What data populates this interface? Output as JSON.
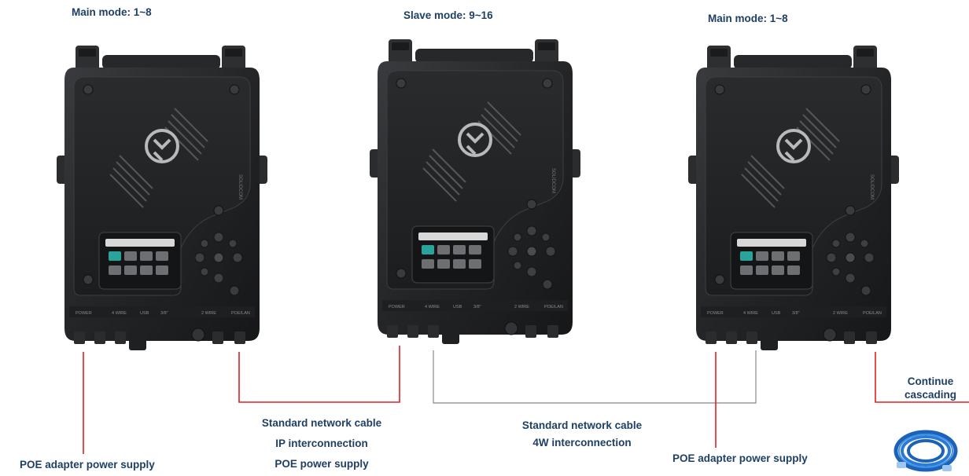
{
  "devices": [
    {
      "mode_label": "Main mode: 1~8",
      "brand": "SOLIDCOM"
    },
    {
      "mode_label": "Slave mode: 9~16",
      "brand": "SOLIDCOM"
    },
    {
      "mode_label": "Main mode: 1~8",
      "brand": "SOLIDCOM"
    }
  ],
  "port_labels": [
    "POWER",
    "4 WIRE",
    "USB",
    "3/8\"",
    "2 WIRE",
    "POE/LAN"
  ],
  "captions": {
    "left_power": "POE adapter power supply",
    "ip_link": [
      "Standard network cable",
      "IP interconnection",
      "POE power supply"
    ],
    "four_wire_link": [
      "Standard network cable",
      "4W interconnection"
    ],
    "right_power": "POE adapter power supply",
    "continue": [
      "Continue",
      "cascading"
    ]
  },
  "colors": {
    "power_line": "#e02020",
    "four_wire_line": "#9a9a9a",
    "label": "#1f3f63"
  }
}
